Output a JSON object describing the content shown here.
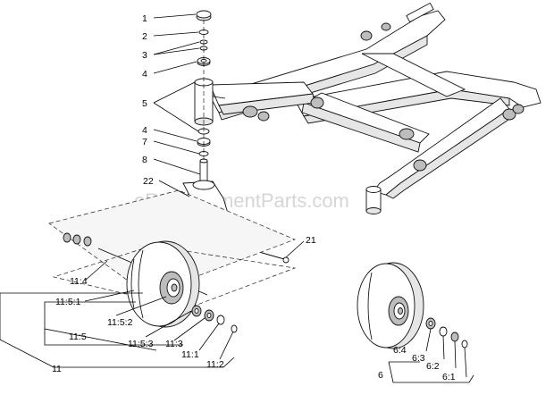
{
  "watermark": "eReplacementParts.com",
  "callouts": {
    "c1": "1",
    "c2": "2",
    "c3": "3",
    "c4a": "4",
    "c5": "5",
    "c4b": "4",
    "c7": "7",
    "c8": "8",
    "c22": "22",
    "c21": "21",
    "c11_4": "11:4",
    "c11_5_1": "11:5:1",
    "c11_5_2": "11:5:2",
    "c11_5_3": "11:5:3",
    "c11_5": "11:5",
    "c11_3": "11:3",
    "c11_1": "11:1",
    "c11_2": "11:2",
    "c11": "11",
    "c6_4": "6:4",
    "c6_3": "6:3",
    "c6_2": "6:2",
    "c6_1": "6:1",
    "c6": "6"
  }
}
